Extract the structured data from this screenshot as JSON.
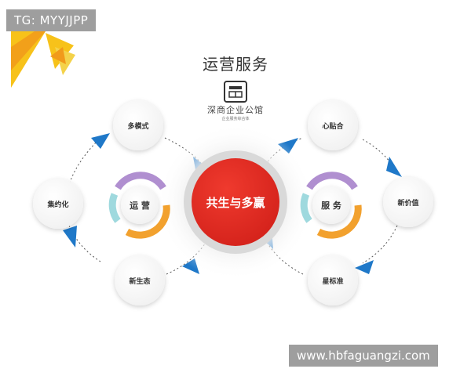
{
  "watermark_tag": "TG: MYYJJPP",
  "watermark_url": "www.hbfaguangzi.com",
  "title": "运营服务",
  "brand": {
    "name": "深商企业公馆",
    "sub": "企业服务综合体"
  },
  "center": {
    "label": "共生与多赢"
  },
  "hubs": [
    {
      "label": "运 营"
    },
    {
      "label": "服 务"
    }
  ],
  "left_nodes": [
    {
      "label": "多模式"
    },
    {
      "label": "集约化"
    },
    {
      "label": "新生态"
    }
  ],
  "right_nodes": [
    {
      "label": "心贴合"
    },
    {
      "label": "新价值"
    },
    {
      "label": "星标准"
    }
  ],
  "colors": {
    "center_red": "#e02a22",
    "arrow_blue": "#1f78c8",
    "ring_purple": "#b08fd0",
    "ring_orange": "#f2a12e",
    "ring_teal": "#9fd9de",
    "logo_yellow": "#f7c21a",
    "logo_orange": "#f19a1b"
  }
}
